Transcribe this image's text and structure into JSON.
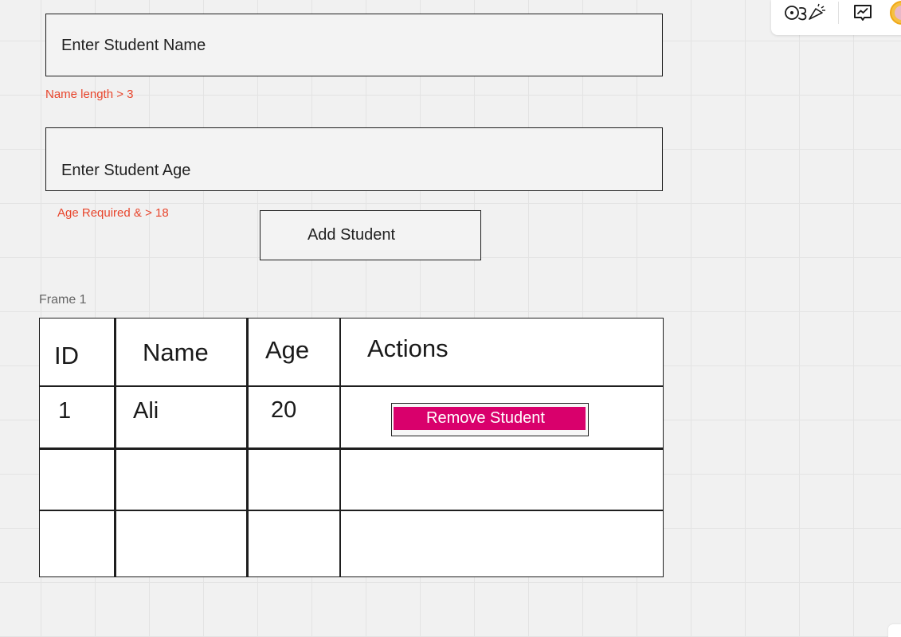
{
  "form": {
    "name_placeholder": "Enter Student Name",
    "name_error": "Name length > 3",
    "age_placeholder": "Enter Student Age",
    "age_error": "Age Required & > 18",
    "add_button_label": "Add Student"
  },
  "frame": {
    "label": "Frame 1"
  },
  "table": {
    "headers": [
      "ID",
      "Name",
      "Age",
      "Actions"
    ],
    "rows": [
      {
        "id": "1",
        "name": "Ali",
        "age": "20",
        "action_label": "Remove Student"
      }
    ]
  },
  "toolbar": {
    "reactions_icon": "reactions-icon",
    "comment_icon": "comment-chart-icon",
    "avatar_icon": "user-avatar"
  },
  "colors": {
    "error": "#e8452c",
    "remove_button": "#d9006c",
    "canvas": "#f1f1f1"
  }
}
